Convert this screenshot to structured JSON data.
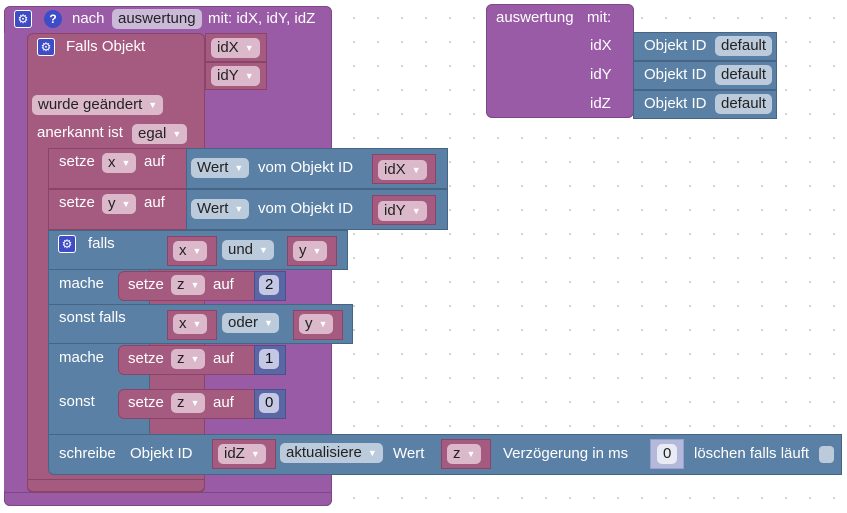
{
  "main_block": {
    "prefix": "nach",
    "function_name": "auswertung",
    "suffix": "mit: idX, idY, idZ"
  },
  "trigger": {
    "label": "Falls Objekt",
    "objects": [
      "idX",
      "idY"
    ],
    "condition": "wurde geändert",
    "ack_label": "anerkannt ist",
    "ack_value": "egal"
  },
  "set_x": {
    "setze": "setze",
    "var": "x",
    "auf": "auf",
    "mode": "Wert",
    "from": "vom Objekt ID",
    "object": "idX"
  },
  "set_y": {
    "setze": "setze",
    "var": "y",
    "auf": "auf",
    "mode": "Wert",
    "from": "vom Objekt ID",
    "object": "idY"
  },
  "if_block": {
    "falls": "falls",
    "cond1": {
      "left": "x",
      "op": "und",
      "right": "y"
    },
    "mache1": "mache",
    "set1": {
      "setze": "setze",
      "var": "z",
      "auf": "auf",
      "value": "2"
    },
    "sonst_falls": "sonst falls",
    "cond2": {
      "left": "x",
      "op": "oder",
      "right": "y"
    },
    "mache2": "mache",
    "set2": {
      "setze": "setze",
      "var": "z",
      "auf": "auf",
      "value": "1"
    },
    "sonst": "sonst",
    "set3": {
      "setze": "setze",
      "var": "z",
      "auf": "auf",
      "value": "0"
    }
  },
  "write_block": {
    "schreibe": "schreibe",
    "objekt_id": "Objekt ID",
    "object": "idZ",
    "mode": "aktualisiere",
    "wert": "Wert",
    "value_var": "z",
    "delay_label": "Verzögerung in ms",
    "delay": "0",
    "clear_label": "löschen falls läuft"
  },
  "func_def": {
    "title": "auswertung",
    "mit": "mit:",
    "params": [
      {
        "name": "idX",
        "label": "Objekt ID",
        "value": "default"
      },
      {
        "name": "idY",
        "label": "Objekt ID",
        "value": "default"
      },
      {
        "name": "idZ",
        "label": "Objekt ID",
        "value": "default"
      }
    ]
  },
  "icons": {
    "gear": "⚙",
    "help": "?",
    "arrow": "▼"
  }
}
